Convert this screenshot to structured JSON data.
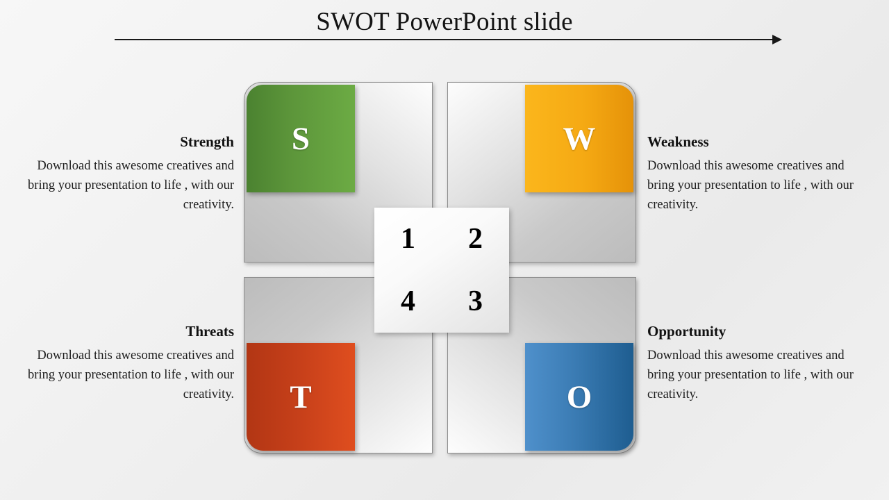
{
  "slide": {
    "title": "SWOT PowerPoint slide"
  },
  "center": {
    "numbers": [
      "1",
      "2",
      "4",
      "3"
    ]
  },
  "quadrants": [
    {
      "key": "strength",
      "letter": "S",
      "heading": "Strength",
      "body": "Download this awesome creatives and bring your presentation to life , with our creativity.",
      "color": "#5c953a",
      "position": "top-left"
    },
    {
      "key": "weakness",
      "letter": "W",
      "heading": "Weakness",
      "body": "Download this awesome creatives and bring your presentation to life , with our creativity.",
      "color": "#f5a913",
      "position": "top-right"
    },
    {
      "key": "threats",
      "letter": "T",
      "heading": "Threats",
      "body": "Download this awesome creatives and bring your presentation to life , with our creativity.",
      "color": "#c7401a",
      "position": "bottom-left"
    },
    {
      "key": "opportunity",
      "letter": "O",
      "heading": "Opportunity",
      "body": "Download this awesome creatives and bring your presentation to life , with our creativity.",
      "color": "#3b7cb4",
      "position": "bottom-right"
    }
  ],
  "decor": {
    "arrow_icon": "arrow-right-icon",
    "panel_color": "#c9c9c9",
    "background_color": "#efefef"
  }
}
